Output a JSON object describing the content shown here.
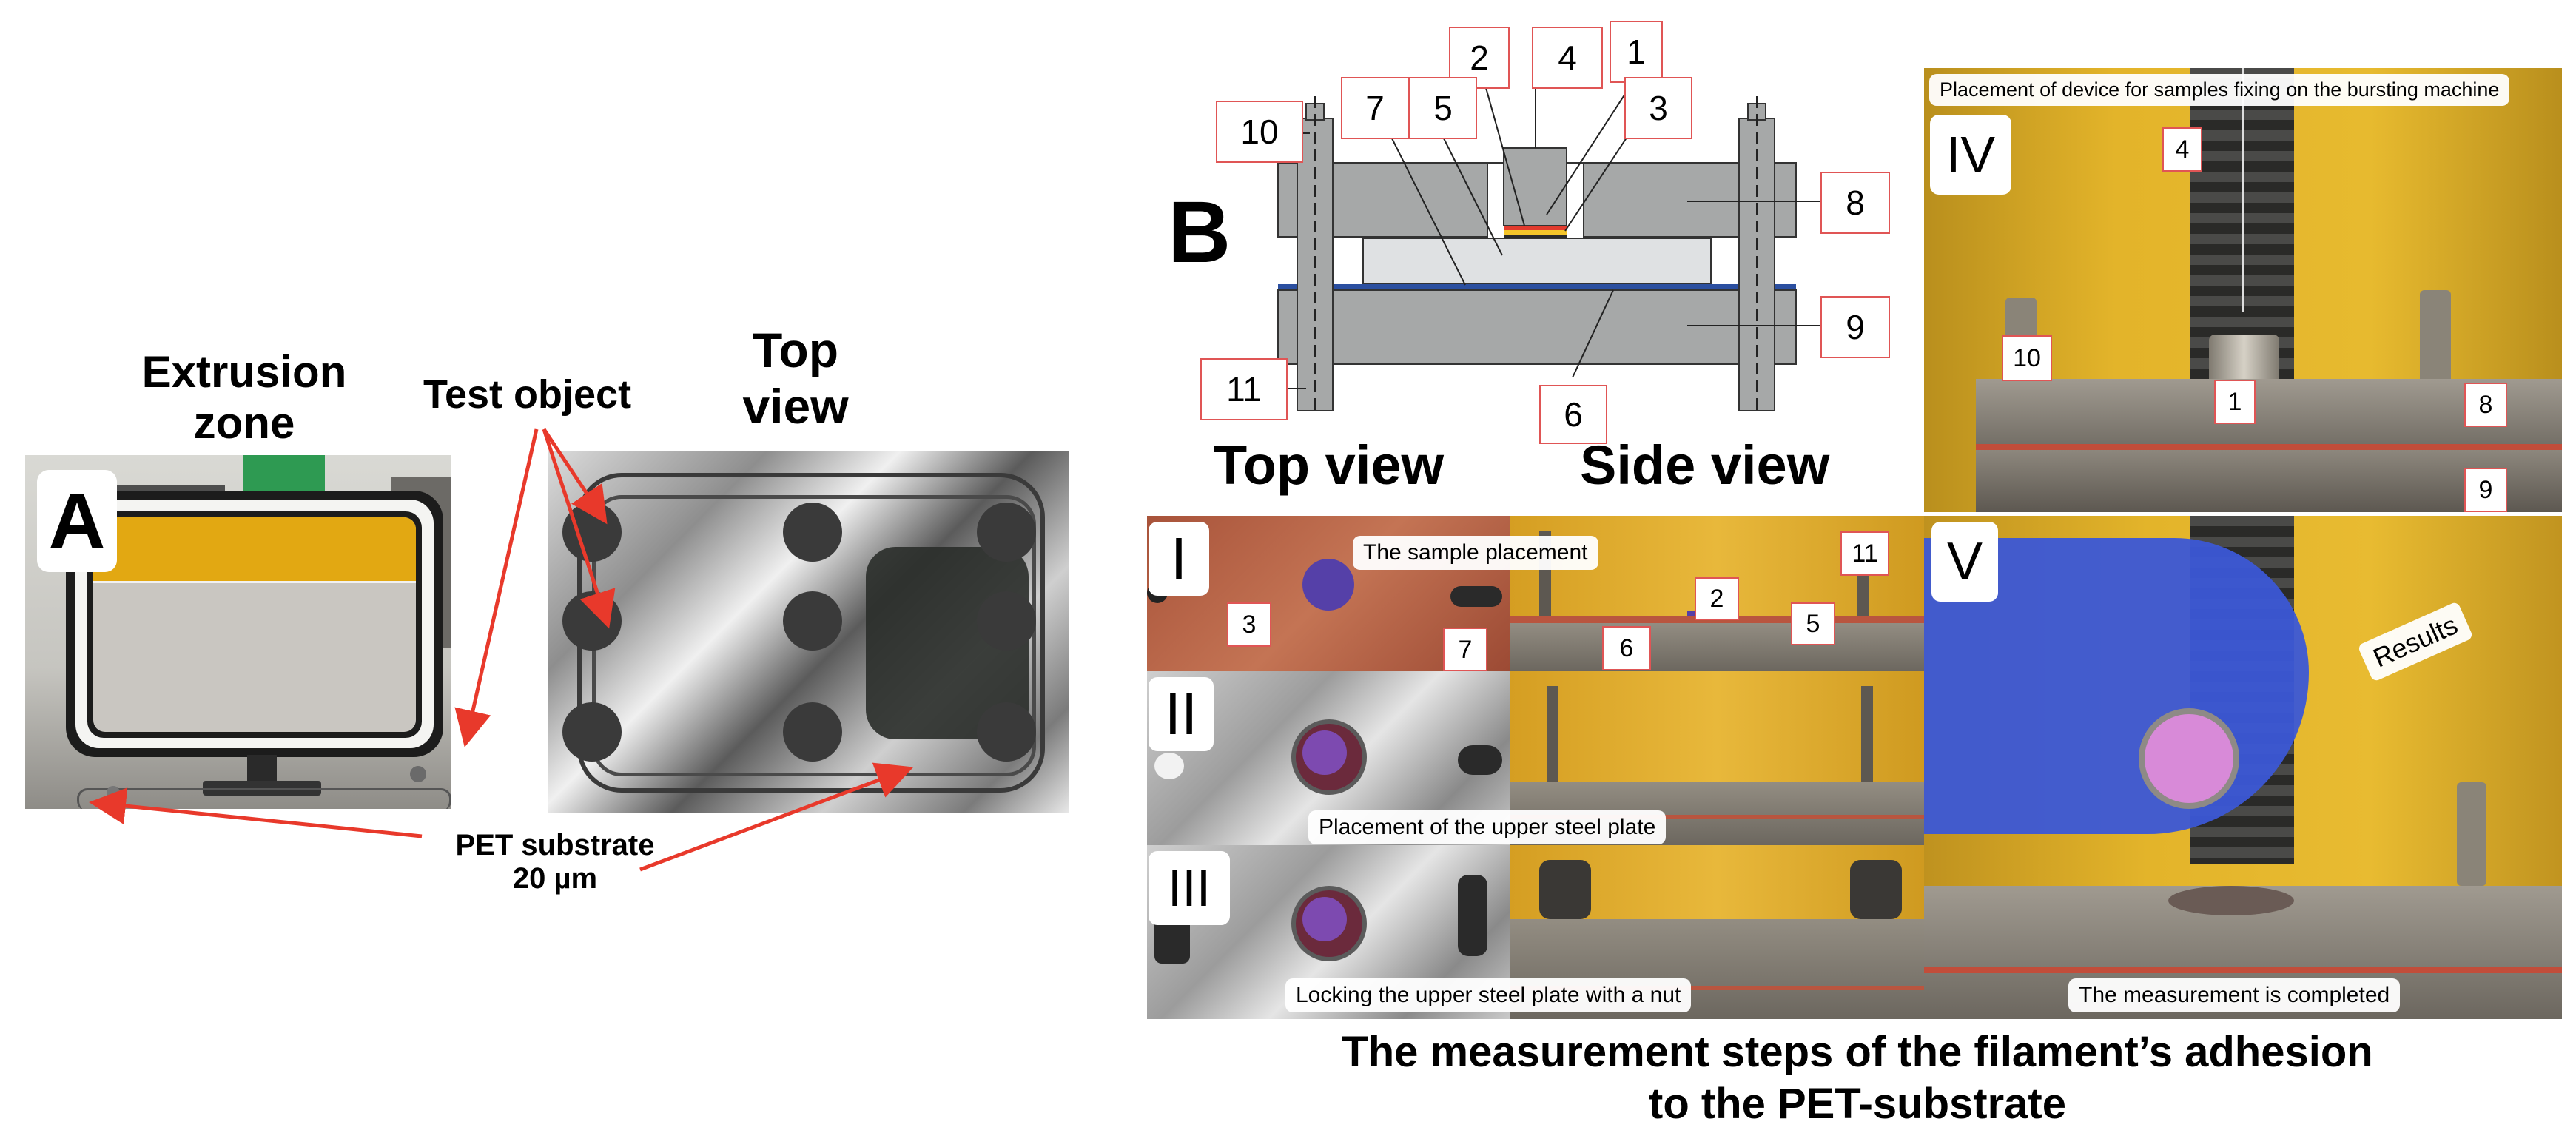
{
  "panelA": {
    "letter": "A",
    "extrusion_zone": "Extrusion\nzone",
    "test_object": "Test object",
    "top_view": "Top\nview",
    "pet_substrate": "PET substrate\n20 µm"
  },
  "panelB": {
    "letter": "B",
    "labels": [
      "1",
      "2",
      "3",
      "4",
      "5",
      "6",
      "7",
      "8",
      "9",
      "10",
      "11"
    ],
    "top_view": "Top view",
    "side_view": "Side view"
  },
  "photos": {
    "iv_roman": "IV",
    "iv_caption": "Placement of device for samples fixing on the bursting machine",
    "i_roman": "I",
    "i_caption": "The sample placement",
    "ii_roman": "II",
    "ii_caption": "Placement of the upper steel plate",
    "iii_roman": "III",
    "iii_caption": "Locking the upper steel plate with a nut",
    "v_roman": "V",
    "v_caption": "The measurement is completed",
    "results": "Results"
  },
  "footer": {
    "title": "The measurement steps of the filament’s adhesion\nto the PET-substrate"
  },
  "colors": {
    "arrow": "#e8392b",
    "label_border": "#e05555",
    "diagram_gray": "#a6a8a8",
    "sample_fill": "#dfe1e3",
    "blue_sheet": "#2b4fa0",
    "photo_yellow": "#e3b42a"
  }
}
